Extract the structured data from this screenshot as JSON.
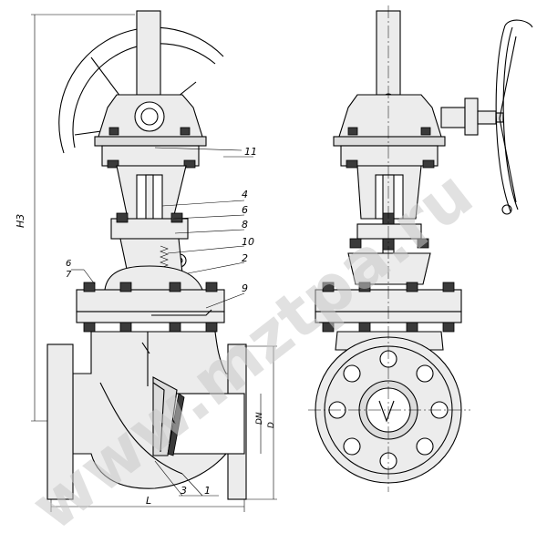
{
  "labels": {
    "callouts": [
      "11",
      "4",
      "6",
      "8",
      "10",
      "2",
      "9",
      "6",
      "7",
      "3",
      "1"
    ],
    "dim_h3": "H3",
    "dim_l": "L",
    "dim_dn": "DN",
    "dim_d": "D"
  },
  "watermark": "www.mztpa.ru",
  "colors": {
    "line": "#000000",
    "fill": "#ececec",
    "watermark": "#c9c9c9"
  }
}
